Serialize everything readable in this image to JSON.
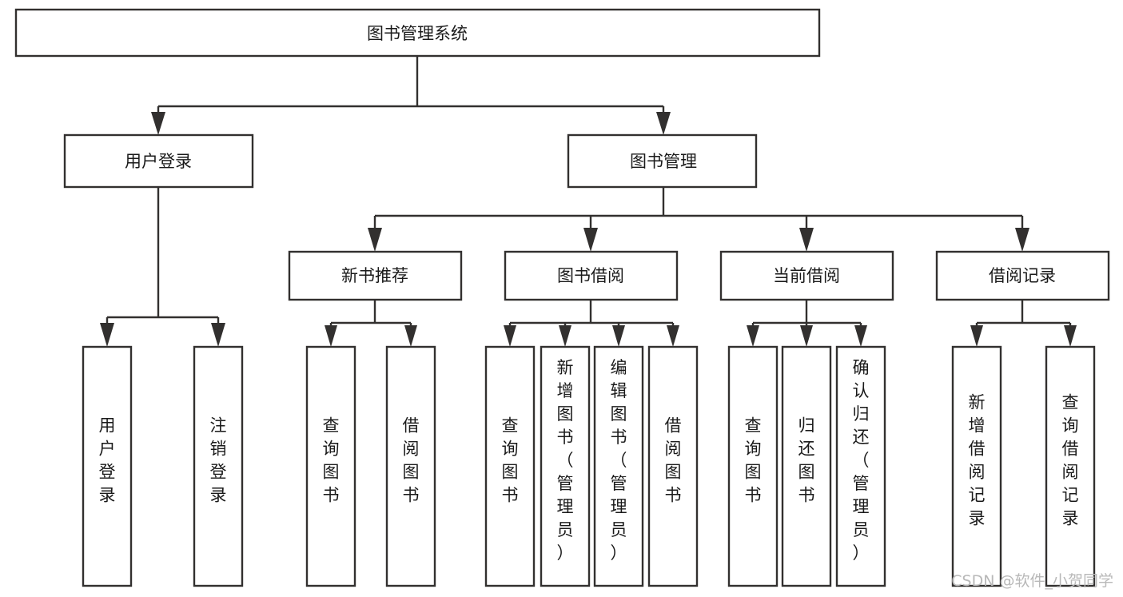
{
  "diagram": {
    "title": "图书管理系统",
    "type": "hierarchy-tree",
    "background_color": "#ffffff",
    "line_color": "#32302f",
    "box_fill": "#ffffff",
    "text_color": "#1a1a1a",
    "root": {
      "id": "root",
      "label": "图书管理系统",
      "orientation": "horizontal"
    },
    "level1": [
      {
        "id": "user-login",
        "label": "用户登录",
        "orientation": "horizontal"
      },
      {
        "id": "book-management",
        "label": "图书管理",
        "orientation": "horizontal"
      }
    ],
    "level2": [
      {
        "id": "new-book-recommend",
        "label": "新书推荐",
        "orientation": "horizontal",
        "parent": "book-management"
      },
      {
        "id": "book-borrow",
        "label": "图书借阅",
        "orientation": "horizontal",
        "parent": "book-management"
      },
      {
        "id": "current-borrow",
        "label": "当前借阅",
        "orientation": "horizontal",
        "parent": "book-management"
      },
      {
        "id": "borrow-record",
        "label": "借阅记录",
        "orientation": "horizontal",
        "parent": "book-management"
      }
    ],
    "leaves": [
      {
        "id": "leaf-user-login",
        "label": "用户登录",
        "orientation": "vertical",
        "parent": "user-login"
      },
      {
        "id": "leaf-logout",
        "label": "注销登录",
        "orientation": "vertical",
        "parent": "user-login"
      },
      {
        "id": "leaf-query-book-1",
        "label": "查询图书",
        "orientation": "vertical",
        "parent": "new-book-recommend"
      },
      {
        "id": "leaf-borrow-book-1",
        "label": "借阅图书",
        "orientation": "vertical",
        "parent": "new-book-recommend"
      },
      {
        "id": "leaf-query-book-2",
        "label": "查询图书",
        "orientation": "vertical",
        "parent": "book-borrow"
      },
      {
        "id": "leaf-add-book",
        "label": "新增图书（管理员）",
        "orientation": "vertical",
        "parent": "book-borrow"
      },
      {
        "id": "leaf-edit-book",
        "label": "编辑图书（管理员）",
        "orientation": "vertical",
        "parent": "book-borrow"
      },
      {
        "id": "leaf-borrow-book-2",
        "label": "借阅图书",
        "orientation": "vertical",
        "parent": "book-borrow"
      },
      {
        "id": "leaf-query-book-3",
        "label": "查询图书",
        "orientation": "vertical",
        "parent": "current-borrow"
      },
      {
        "id": "leaf-return-book",
        "label": "归还图书",
        "orientation": "vertical",
        "parent": "current-borrow"
      },
      {
        "id": "leaf-confirm-return",
        "label": "确认归还（管理员）",
        "orientation": "vertical",
        "parent": "current-borrow"
      },
      {
        "id": "leaf-add-record",
        "label": "新增借阅记录",
        "orientation": "vertical",
        "parent": "borrow-record"
      },
      {
        "id": "leaf-query-record",
        "label": "查询借阅记录",
        "orientation": "vertical",
        "parent": "borrow-record"
      }
    ]
  },
  "watermark": {
    "text": "CSDN @软件_小贺同学"
  }
}
